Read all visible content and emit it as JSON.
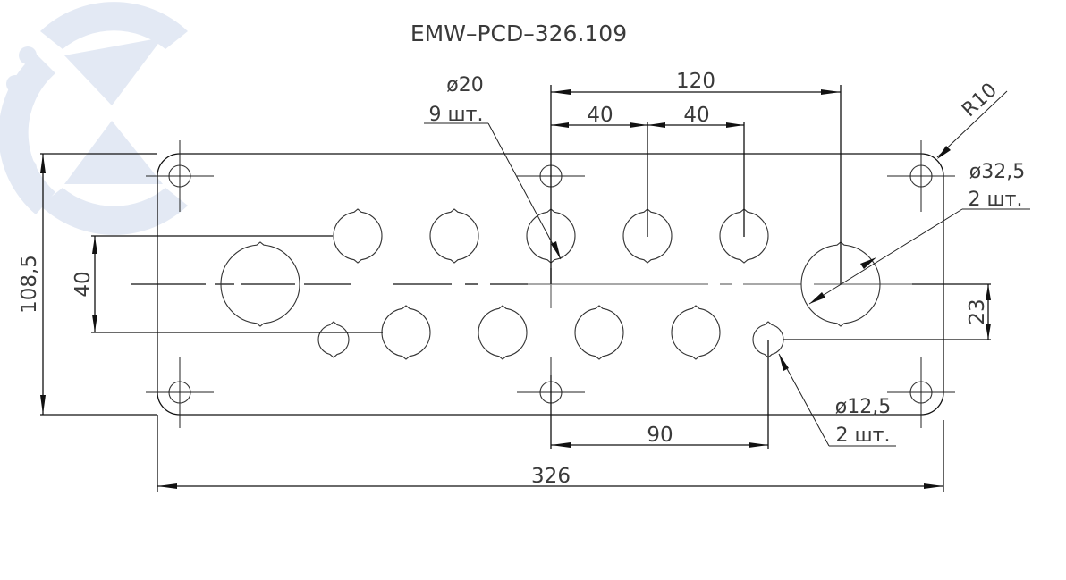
{
  "title": "EMW–PCD–326.109",
  "watermark": {
    "icon": "company-logo-watermark",
    "color": "#e3e9f4"
  },
  "dimensions": {
    "overall_width": "326",
    "overall_height": "108,5",
    "row_spacing": "40",
    "span_120": "120",
    "pitch_a": "40",
    "pitch_b": "40",
    "offset_90": "90",
    "offset_23": "23",
    "corner_radius": "R10"
  },
  "callouts": {
    "small_holes": {
      "diameter": "ø20",
      "count": "9 шт."
    },
    "large_holes": {
      "diameter": "ø32,5",
      "count": "2 шт."
    },
    "tiny_holes": {
      "diameter": "ø12,5",
      "count": "2 шт."
    }
  },
  "holes": {
    "top_row_count": 5,
    "bottom_row_count": 4,
    "large_count": 2,
    "tiny_count": 2,
    "mounting_count": 6
  }
}
